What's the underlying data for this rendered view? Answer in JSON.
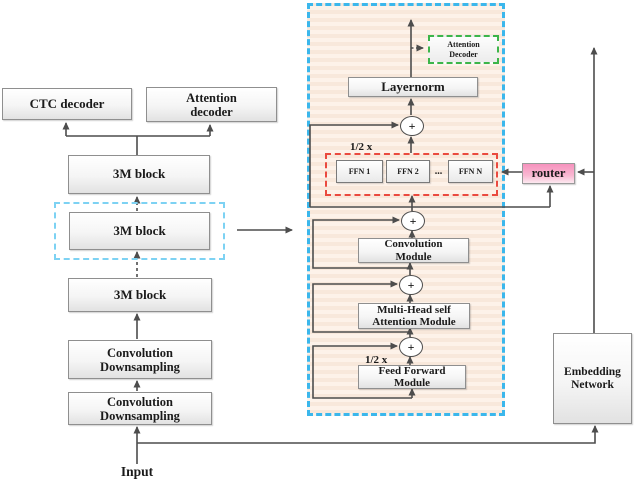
{
  "left_column": {
    "ctc_decoder": "CTC decoder",
    "attention_decoder": "Attention\ndecoder",
    "m3_block_top": "3M block",
    "m3_block_mid": "3M block",
    "m3_block_bottom": "3M block",
    "conv_downsampling_1": "Convolution\nDownsampling",
    "conv_downsampling_2": "Convolution\nDownsampling",
    "input_label": "Input"
  },
  "block_detail": {
    "attention_decoder": "Attention\nDecoder",
    "layernorm": "Layernorm",
    "half_top": "1/2 x",
    "half_bottom": "1/2 x",
    "ffn_1": "FFN 1",
    "ffn_2": "FFN 2",
    "ffn_dots": "...",
    "ffn_n": "FFN N",
    "conv_module": "Convolution\nModule",
    "mhsa_module": "Multi-Head self\nAttention Module",
    "ff_module": "Feed Forward\nModule",
    "plus": "+"
  },
  "right_column": {
    "router": "router",
    "embedding_network": "Embedding\nNetwork"
  },
  "colors": {
    "panel_border": "#3bb7ec",
    "panel_background": "#fdf2e9",
    "highlight_border": "#7dd2f3",
    "experts_border": "#ea4a3f",
    "attention_border": "#3cb54a",
    "router_pink": "#f692bd",
    "line": "#4d4d4d"
  }
}
